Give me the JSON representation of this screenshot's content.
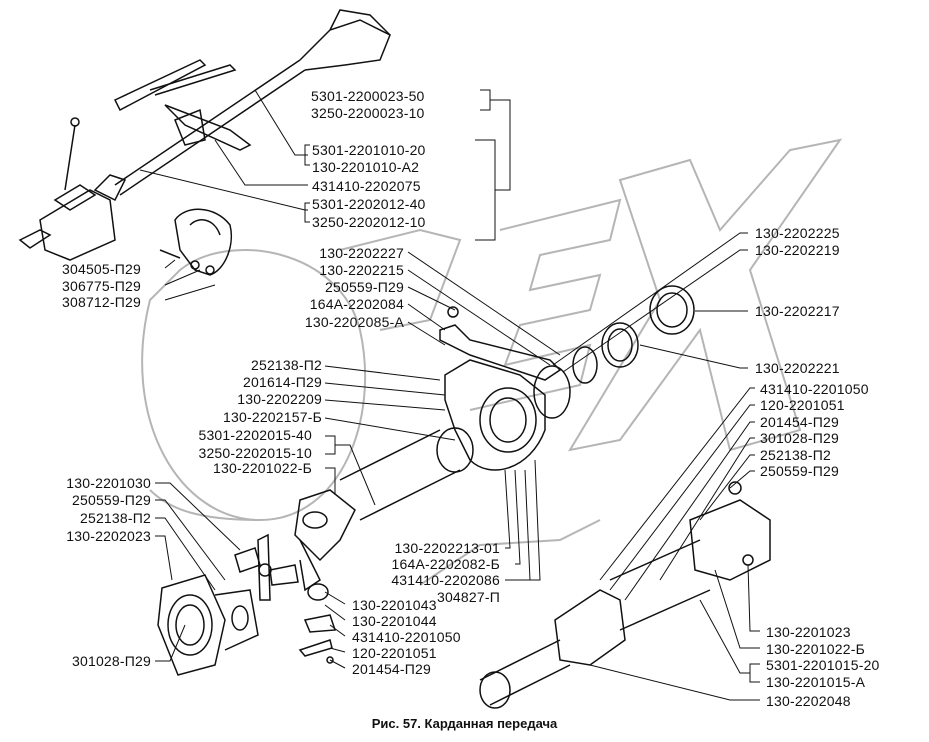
{
  "caption": "Рис. 57. Карданная передача",
  "watermark": "OPEX",
  "corner_mark": "·° ─",
  "labels": {
    "top_group": [
      "5301-2200023-50",
      "3250-2200023-10"
    ],
    "shaft_group": [
      "5301-2201010-20",
      "130-2201010-A2",
      "431410-2202075",
      "5301-2202012-40",
      "3250-2202012-10"
    ],
    "brake_group": [
      "304505-П29",
      "306775-П29",
      "308712-П29"
    ],
    "support_left": [
      "130-2202227",
      "130-2202215",
      "250559-П29",
      "164А-2202084",
      "130-2202085-А"
    ],
    "support_mid": [
      "252138-П2",
      "201614-П29",
      "130-2202209",
      "130-2202157-Б",
      "5301-2202015-40",
      "3250-2202015-10",
      "130-2201022-Б"
    ],
    "support_right": [
      "130-2202225",
      "130-2202219",
      "130-2202217",
      "130-2202221"
    ],
    "flange_left": [
      "130-2201030",
      "250559-П29",
      "252138-П2",
      "130-2202023",
      "301028-П29"
    ],
    "support_bottom": [
      "130-2202213-01",
      "164А-2202082-Б",
      "431410-2202086",
      "304827-П"
    ],
    "cross_parts": [
      "130-2201043",
      "130-2201044",
      "431410-2201050",
      "120-2201051",
      "201454-П29"
    ],
    "rear_right_top": [
      "431410-2201050",
      "120-2201051",
      "201454-П29",
      "301028-П29",
      "252138-П2",
      "250559-П29"
    ],
    "rear_right_bottom": [
      "130-2201023",
      "130-2201022-Б",
      "5301-2201015-20",
      "130-2201015-А",
      "130-2202048"
    ]
  }
}
